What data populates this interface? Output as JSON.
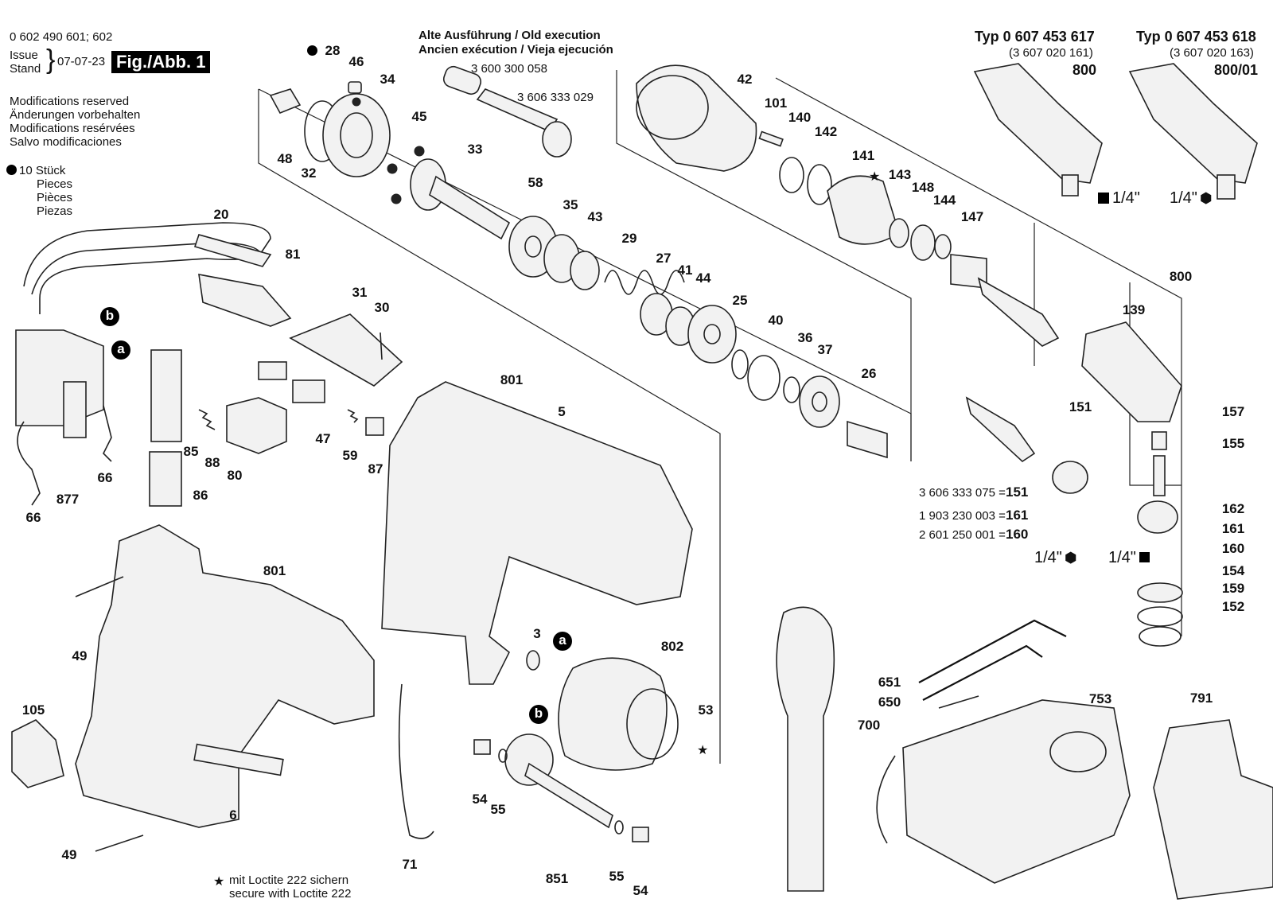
{
  "header": {
    "part_number": "0 602 490 601; 602",
    "issue_label": "Issue",
    "stand_label": "Stand",
    "date": "07-07-23",
    "fig_label": "Fig./Abb. 1",
    "modifications": [
      "Modifications reserved",
      "Änderungen vorbehalten",
      "Modifications resérvées",
      "Salvo modificaciones"
    ],
    "pieces_prefix": "10 Stück",
    "pieces": [
      "Pieces",
      "Pièces",
      "Piezas"
    ]
  },
  "old_execution": {
    "title_1": "Alte Ausführung / Old execution",
    "title_2": "Ancien exécution / Vieja ejecución",
    "codes": [
      "3 600 300 058",
      "3 606 333 029"
    ]
  },
  "types": [
    {
      "title": "Typ 0 607 453 617",
      "code": "(3 607 020 161)",
      "part": "800",
      "drive": "1/4\"",
      "drive_symbol": "square"
    },
    {
      "title": "Typ 0 607 453 618",
      "code": "(3 607 020 163)",
      "part": "800/01",
      "drive": "1/4\"",
      "drive_symbol": "hexagon"
    }
  ],
  "equivalences": [
    {
      "code": "3 606 333 075 =",
      "part": "151"
    },
    {
      "code": "1 903 230 003 =",
      "part": "161"
    },
    {
      "code": "2 601 250 001 =",
      "part": "160"
    }
  ],
  "drive_labels": {
    "hex": "1/4\"",
    "square": "1/4\""
  },
  "wire_markers": {
    "a": "a",
    "b": "b"
  },
  "footnote": {
    "star": "★",
    "line1": "mit Loctite 222 sichern",
    "line2": "secure with Loctite 222"
  },
  "callouts": {
    "c28": "28",
    "c46": "46",
    "c34": "34",
    "c48": "48",
    "c32": "32",
    "c45": "45",
    "c33": "33",
    "c58": "58",
    "c35": "35",
    "c43": "43",
    "c29": "29",
    "c27": "27",
    "c41": "41",
    "c44": "44",
    "c25": "25",
    "c40": "40",
    "c36": "36",
    "c37": "37",
    "c26": "26",
    "c42": "42",
    "c101": "101",
    "c140": "140",
    "c142": "142",
    "c141": "141",
    "c143": "143",
    "c148": "148",
    "c144": "144",
    "c147": "147",
    "c800": "800",
    "c139": "139",
    "c151": "151",
    "c157": "157",
    "c155": "155",
    "c162": "162",
    "c161": "161",
    "c160": "160",
    "c154": "154",
    "c159": "159",
    "c152": "152",
    "c20": "20",
    "c81": "81",
    "c31": "31",
    "c30": "30",
    "c877": "877",
    "c66a": "66",
    "c66b": "66",
    "c85": "85",
    "c88": "88",
    "c80": "80",
    "c86": "86",
    "c47": "47",
    "c59": "59",
    "c87": "87",
    "c801a": "801",
    "c5": "5",
    "c801b": "801",
    "c49a": "49",
    "c105": "105",
    "c6": "6",
    "c49b": "49",
    "c71": "71",
    "c3": "3",
    "c802": "802",
    "c53": "53",
    "c54a": "54",
    "c55a": "55",
    "c851": "851",
    "c55b": "55",
    "c54b": "54",
    "c651": "651",
    "c650": "650",
    "c700": "700",
    "c753": "753",
    "c791": "791"
  }
}
